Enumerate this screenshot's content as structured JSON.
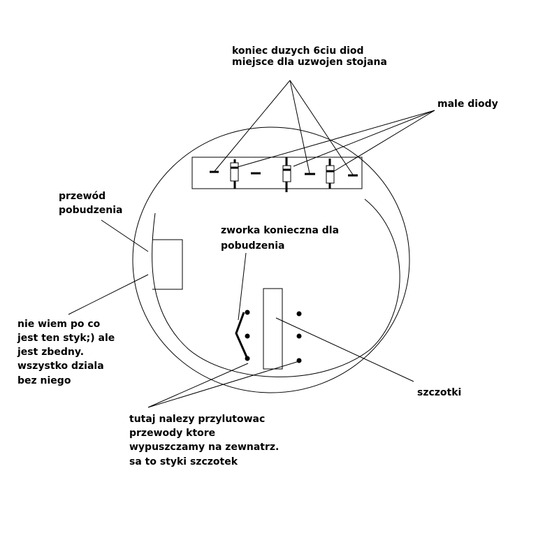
{
  "labels": {
    "diodes_top": [
      "koniec duzych 6ciu diod",
      "miejsce dla uzwojen stojana"
    ],
    "small_diodes": "male diody",
    "excitation_wire": [
      "przewód",
      "pobudzenia"
    ],
    "jumper": [
      "zworka konieczna dla",
      "pobudzenia"
    ],
    "unneeded_contact": [
      "nie wiem po co",
      "jest ten styk;) ale",
      "jest zbedny.",
      "wszystko dziala",
      "bez niego"
    ],
    "brushes": "szczotki",
    "solder_here": [
      "tutaj nalezy przylutowac",
      "przewody ktore",
      "wypuszczamy na zewnatrz.",
      "sa to styki szczotek"
    ]
  }
}
